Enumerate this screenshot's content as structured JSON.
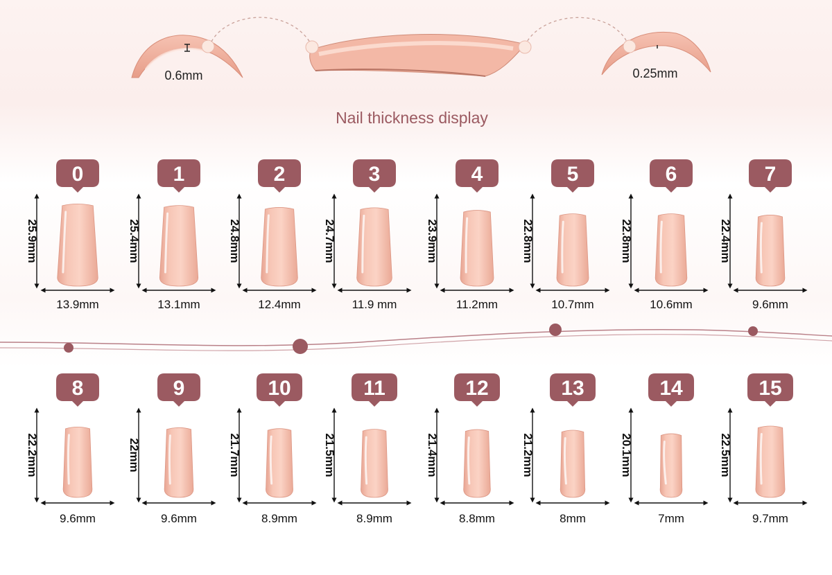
{
  "header": {
    "thick_label": "0.6mm",
    "thin_label": "0.25mm",
    "title": "Nail thickness display"
  },
  "colors": {
    "badge": "#9b5a61",
    "title": "#9b5a61",
    "nail_light": "#fbd9cd",
    "nail_mid": "#f4b8a6",
    "nail_dark": "#e39e8c",
    "wave": "#9b5a61"
  },
  "sizes": [
    {
      "size": "0",
      "length": "25.9mm",
      "width": "13.9mm",
      "length_mm": 25.9,
      "width_mm": 13.9
    },
    {
      "size": "1",
      "length": "25.4mm",
      "width": "13.1mm",
      "length_mm": 25.4,
      "width_mm": 13.1
    },
    {
      "size": "2",
      "length": "24.8mm",
      "width": "12.4mm",
      "length_mm": 24.8,
      "width_mm": 12.4
    },
    {
      "size": "3",
      "length": "24.7mm",
      "width": "11.9 mm",
      "length_mm": 24.7,
      "width_mm": 11.9
    },
    {
      "size": "4",
      "length": "23.9mm",
      "width": "11.2mm",
      "length_mm": 23.9,
      "width_mm": 11.2
    },
    {
      "size": "5",
      "length": "22.8mm",
      "width": "10.7mm",
      "length_mm": 22.8,
      "width_mm": 10.7
    },
    {
      "size": "6",
      "length": "22.8mm",
      "width": "10.6mm",
      "length_mm": 22.8,
      "width_mm": 10.6
    },
    {
      "size": "7",
      "length": "22.4mm",
      "width": "9.6mm",
      "length_mm": 22.4,
      "width_mm": 9.6
    },
    {
      "size": "8",
      "length": "22.2mm",
      "width": "9.6mm",
      "length_mm": 22.2,
      "width_mm": 9.6
    },
    {
      "size": "9",
      "length": "22mm",
      "width": "9.6mm",
      "length_mm": 22.0,
      "width_mm": 9.6
    },
    {
      "size": "10",
      "length": "21.7mm",
      "width": "8.9mm",
      "length_mm": 21.7,
      "width_mm": 8.9
    },
    {
      "size": "11",
      "length": "21.5mm",
      "width": "8.9mm",
      "length_mm": 21.5,
      "width_mm": 8.9
    },
    {
      "size": "12",
      "length": "21.4mm",
      "width": "8.8mm",
      "length_mm": 21.4,
      "width_mm": 8.8
    },
    {
      "size": "13",
      "length": "21.2mm",
      "width": "8mm",
      "length_mm": 21.2,
      "width_mm": 8.0
    },
    {
      "size": "14",
      "length": "20.1mm",
      "width": "7mm",
      "length_mm": 20.1,
      "width_mm": 7.0
    },
    {
      "size": "15",
      "length": "22.5mm",
      "width": "9.7mm",
      "length_mm": 22.5,
      "width_mm": 9.7
    }
  ]
}
